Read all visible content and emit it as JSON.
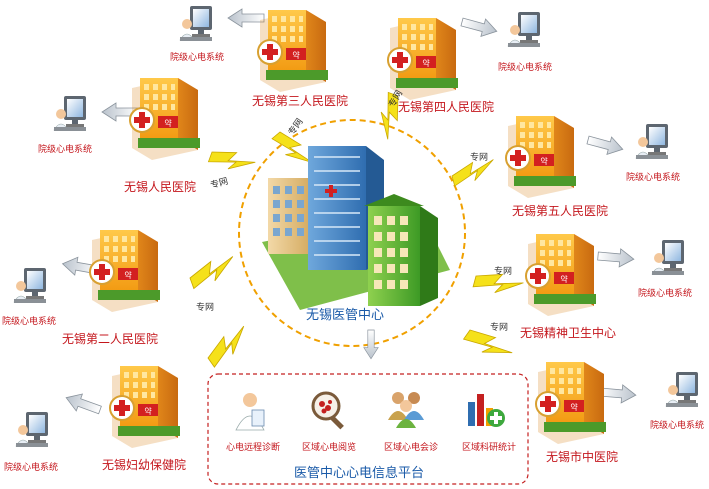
{
  "center": {
    "label": "无锡医管中心"
  },
  "network_label": "专网",
  "system_label": "院级心电系统",
  "hospitals": [
    {
      "key": "third",
      "name": "无锡第三人民医院"
    },
    {
      "key": "fourth",
      "name": "无锡第四人民医院"
    },
    {
      "key": "people",
      "name": "无锡人民医院"
    },
    {
      "key": "fifth",
      "name": "无锡第五人民医院"
    },
    {
      "key": "second",
      "name": "无锡第二人民医院"
    },
    {
      "key": "mental",
      "name": "无锡精神卫生中心"
    },
    {
      "key": "maternal",
      "name": "无锡妇幼保健院"
    },
    {
      "key": "tcm",
      "name": "无锡市中医院"
    }
  ],
  "platform": {
    "title": "医管中心心电信息平台",
    "services": [
      {
        "label": "心电远程诊断",
        "icon": "doctor-icon"
      },
      {
        "label": "区域心电阅览",
        "icon": "ecg-viewer-icon"
      },
      {
        "label": "区域心电会诊",
        "icon": "consultation-group-icon"
      },
      {
        "label": "区域科研统计",
        "icon": "statistics-chart-icon"
      }
    ]
  },
  "colors": {
    "label_red": "#c4161c",
    "center_blue": "#1a5aa8",
    "bolt_yellow": "#f5e11a",
    "dash_orange": "#f0a000",
    "platform_dash": "#c42020"
  }
}
